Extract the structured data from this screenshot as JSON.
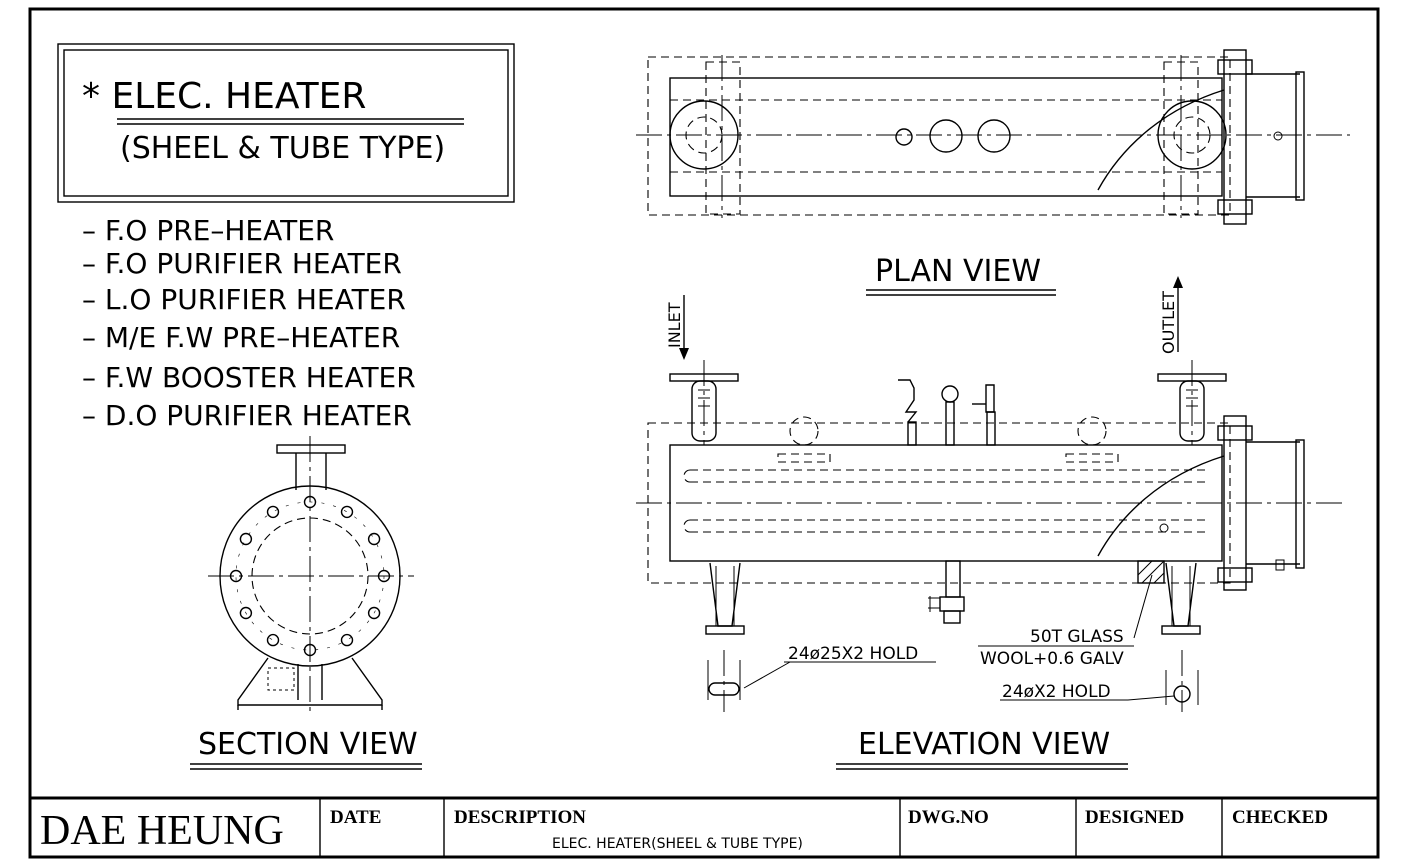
{
  "title": {
    "main": "* ELEC. HEATER",
    "sub": "(SHEEL & TUBE TYPE)"
  },
  "applications": [
    "– F.O PRE–HEATER",
    "– F.O PURIFIER HEATER",
    "– L.O PURIFIER HEATER",
    "– M/E F.W PRE–HEATER",
    "– F.W BOOSTER HEATER",
    "– D.O PURIFIER HEATER"
  ],
  "views": {
    "plan": "PLAN VIEW",
    "elevation": "ELEVATION VIEW",
    "section": "SECTION VIEW"
  },
  "annotations": {
    "inlet": "INLET",
    "outlet": "OUTLET",
    "hole_left": "24ø25X2 HOLD",
    "insulation_line1": "50T GLASS",
    "insulation_line2": "WOOL+0.6 GALV",
    "hole_right": "24øX2 HOLD"
  },
  "title_block": {
    "company": "DAE HEUNG",
    "date_label": "DATE",
    "description_label": "DESCRIPTION",
    "description_value": "ELEC. HEATER(SHEEL & TUBE TYPE)",
    "dwg_no_label": "DWG.NO",
    "designed_label": "DESIGNED",
    "checked_label": "CHECKED"
  }
}
